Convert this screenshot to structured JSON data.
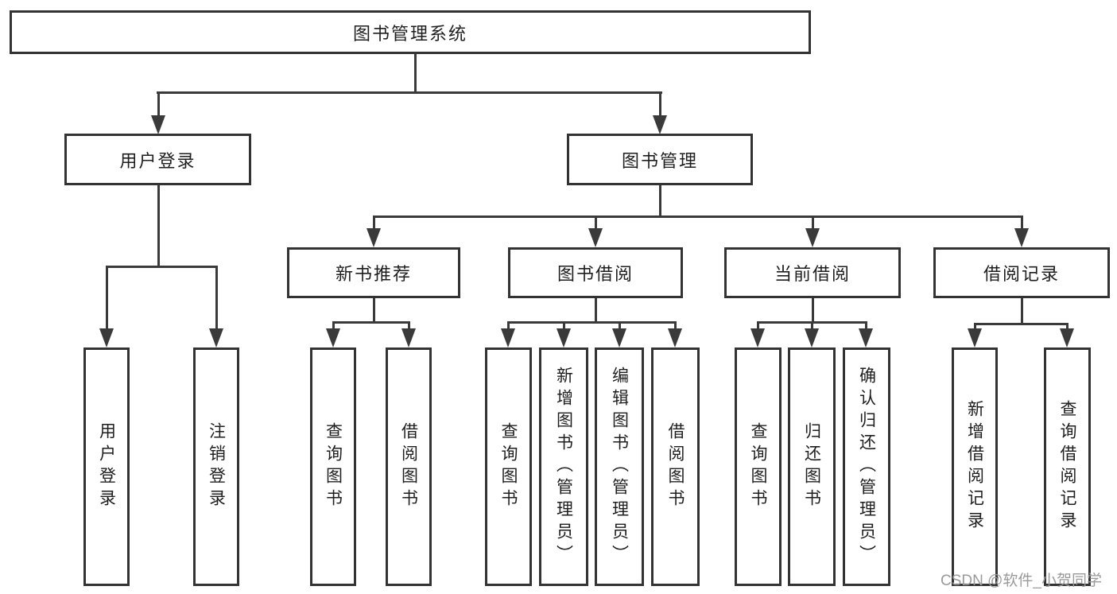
{
  "diagram": {
    "root": {
      "label": "图书管理系统"
    },
    "level2": {
      "user_login": {
        "label": "用户登录",
        "parent": "图书管理系统"
      },
      "book_mgmt": {
        "label": "图书管理",
        "parent": "图书管理系统"
      }
    },
    "level3": {
      "new_book_rec": {
        "label": "新书推荐",
        "parent": "图书管理"
      },
      "book_borrow": {
        "label": "图书借阅",
        "parent": "图书管理"
      },
      "current_borrow": {
        "label": "当前借阅",
        "parent": "图书管理"
      },
      "borrow_records": {
        "label": "借阅记录",
        "parent": "图书管理"
      }
    },
    "leaves": {
      "leaf_user_login": {
        "label": "用户登录",
        "parent": "用户登录"
      },
      "leaf_logout": {
        "label": "注销登录",
        "parent": "用户登录"
      },
      "leaf_query_book_rec": {
        "label": "查询图书",
        "parent": "新书推荐"
      },
      "leaf_borrow_book_rec": {
        "label": "借阅图书",
        "parent": "新书推荐"
      },
      "leaf_query_book_borrow": {
        "label": "查询图书",
        "parent": "图书借阅"
      },
      "leaf_add_book_admin": {
        "label": "新增图书（管理员）",
        "parent": "图书借阅"
      },
      "leaf_edit_book_admin": {
        "label": "编辑图书（管理员）",
        "parent": "图书借阅"
      },
      "leaf_borrow_book_borrow": {
        "label": "借阅图书",
        "parent": "图书借阅"
      },
      "leaf_query_book_current": {
        "label": "查询图书",
        "parent": "当前借阅"
      },
      "leaf_return_book": {
        "label": "归还图书",
        "parent": "当前借阅"
      },
      "leaf_confirm_return_admin": {
        "label": "确认归还（管理员）",
        "parent": "当前借阅"
      },
      "leaf_add_borrow_record": {
        "label": "新增借阅记录",
        "parent": "借阅记录"
      },
      "leaf_query_borrow_record": {
        "label": "查询借阅记录",
        "parent": "借阅记录"
      }
    }
  },
  "watermark": {
    "text": "CSDN @软件_小贺同学"
  },
  "colors": {
    "line": "#3a3a3a",
    "box_border": "#333333",
    "text": "#1e1e1e",
    "background": "#ffffff",
    "watermark": "#9a9a9a"
  }
}
